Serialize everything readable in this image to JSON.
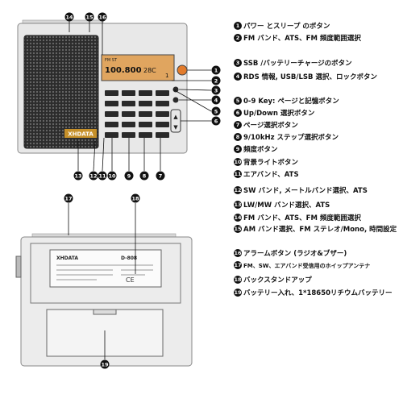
{
  "radio": {
    "lcd": {
      "frequency": "100.800",
      "temperature": "28C",
      "small_text": "FM ST"
    },
    "brand": "XHDATA",
    "back_label": {
      "brand": "XHDATA",
      "model": "D-808"
    }
  },
  "callout_numbers": {
    "c1": "1",
    "c2": "2",
    "c3": "3",
    "c4": "4",
    "c5": "5",
    "c6": "6",
    "c7": "7",
    "c8": "8",
    "c9": "9",
    "c10": "10",
    "c11": "11",
    "c12": "12",
    "c13": "13",
    "c14": "14",
    "c15": "15",
    "c16": "16",
    "c17": "17",
    "c18": "18",
    "c19": "19"
  },
  "legend": [
    {
      "num": "1",
      "text": "パワー とスリープ のボタン"
    },
    {
      "num": "2",
      "text": "FM バンド、ATS、FM 頻度範囲選択"
    },
    {
      "num": "3",
      "text": "SSB /バッテリーチャージのボタン"
    },
    {
      "num": "4",
      "text": "RDS 情報, USB/LSB 選択、ロックボタン"
    },
    {
      "num": "5",
      "text": "0-9 Key: ページと記憶ボタン"
    },
    {
      "num": "6",
      "text": "Up/Down 選択ボタン"
    },
    {
      "num": "7",
      "text": "ページ選択ボタン"
    },
    {
      "num": "8",
      "text": "9/10kHz ステップ選択ボタン"
    },
    {
      "num": "9",
      "text": "頻度ボタン"
    },
    {
      "num": "10",
      "text": "背景ライトボタン"
    },
    {
      "num": "11",
      "text": "エアバンド、ATS"
    },
    {
      "num": "12",
      "text": "SW バンド, メートルバンド選択、ATS"
    },
    {
      "num": "13",
      "text": "LW/MW バンド選択、ATS"
    },
    {
      "num": "14",
      "text": "FM バンド、ATS、FM 頻度範囲選択"
    },
    {
      "num": "15",
      "text": "AM バンド選択、FM ステレオ/Mono, 時間設定"
    },
    {
      "num": "16",
      "text": "アラームボタン (ラジオ&ブザー)"
    },
    {
      "num": "17",
      "text": "FM、SW、エアバンド受信用のホイップアンテナ"
    },
    {
      "num": "18",
      "text": "バックスタンドアップ"
    },
    {
      "num": "19",
      "text": "バッテリー入れ、1*18650リチウムバッテリー"
    }
  ]
}
